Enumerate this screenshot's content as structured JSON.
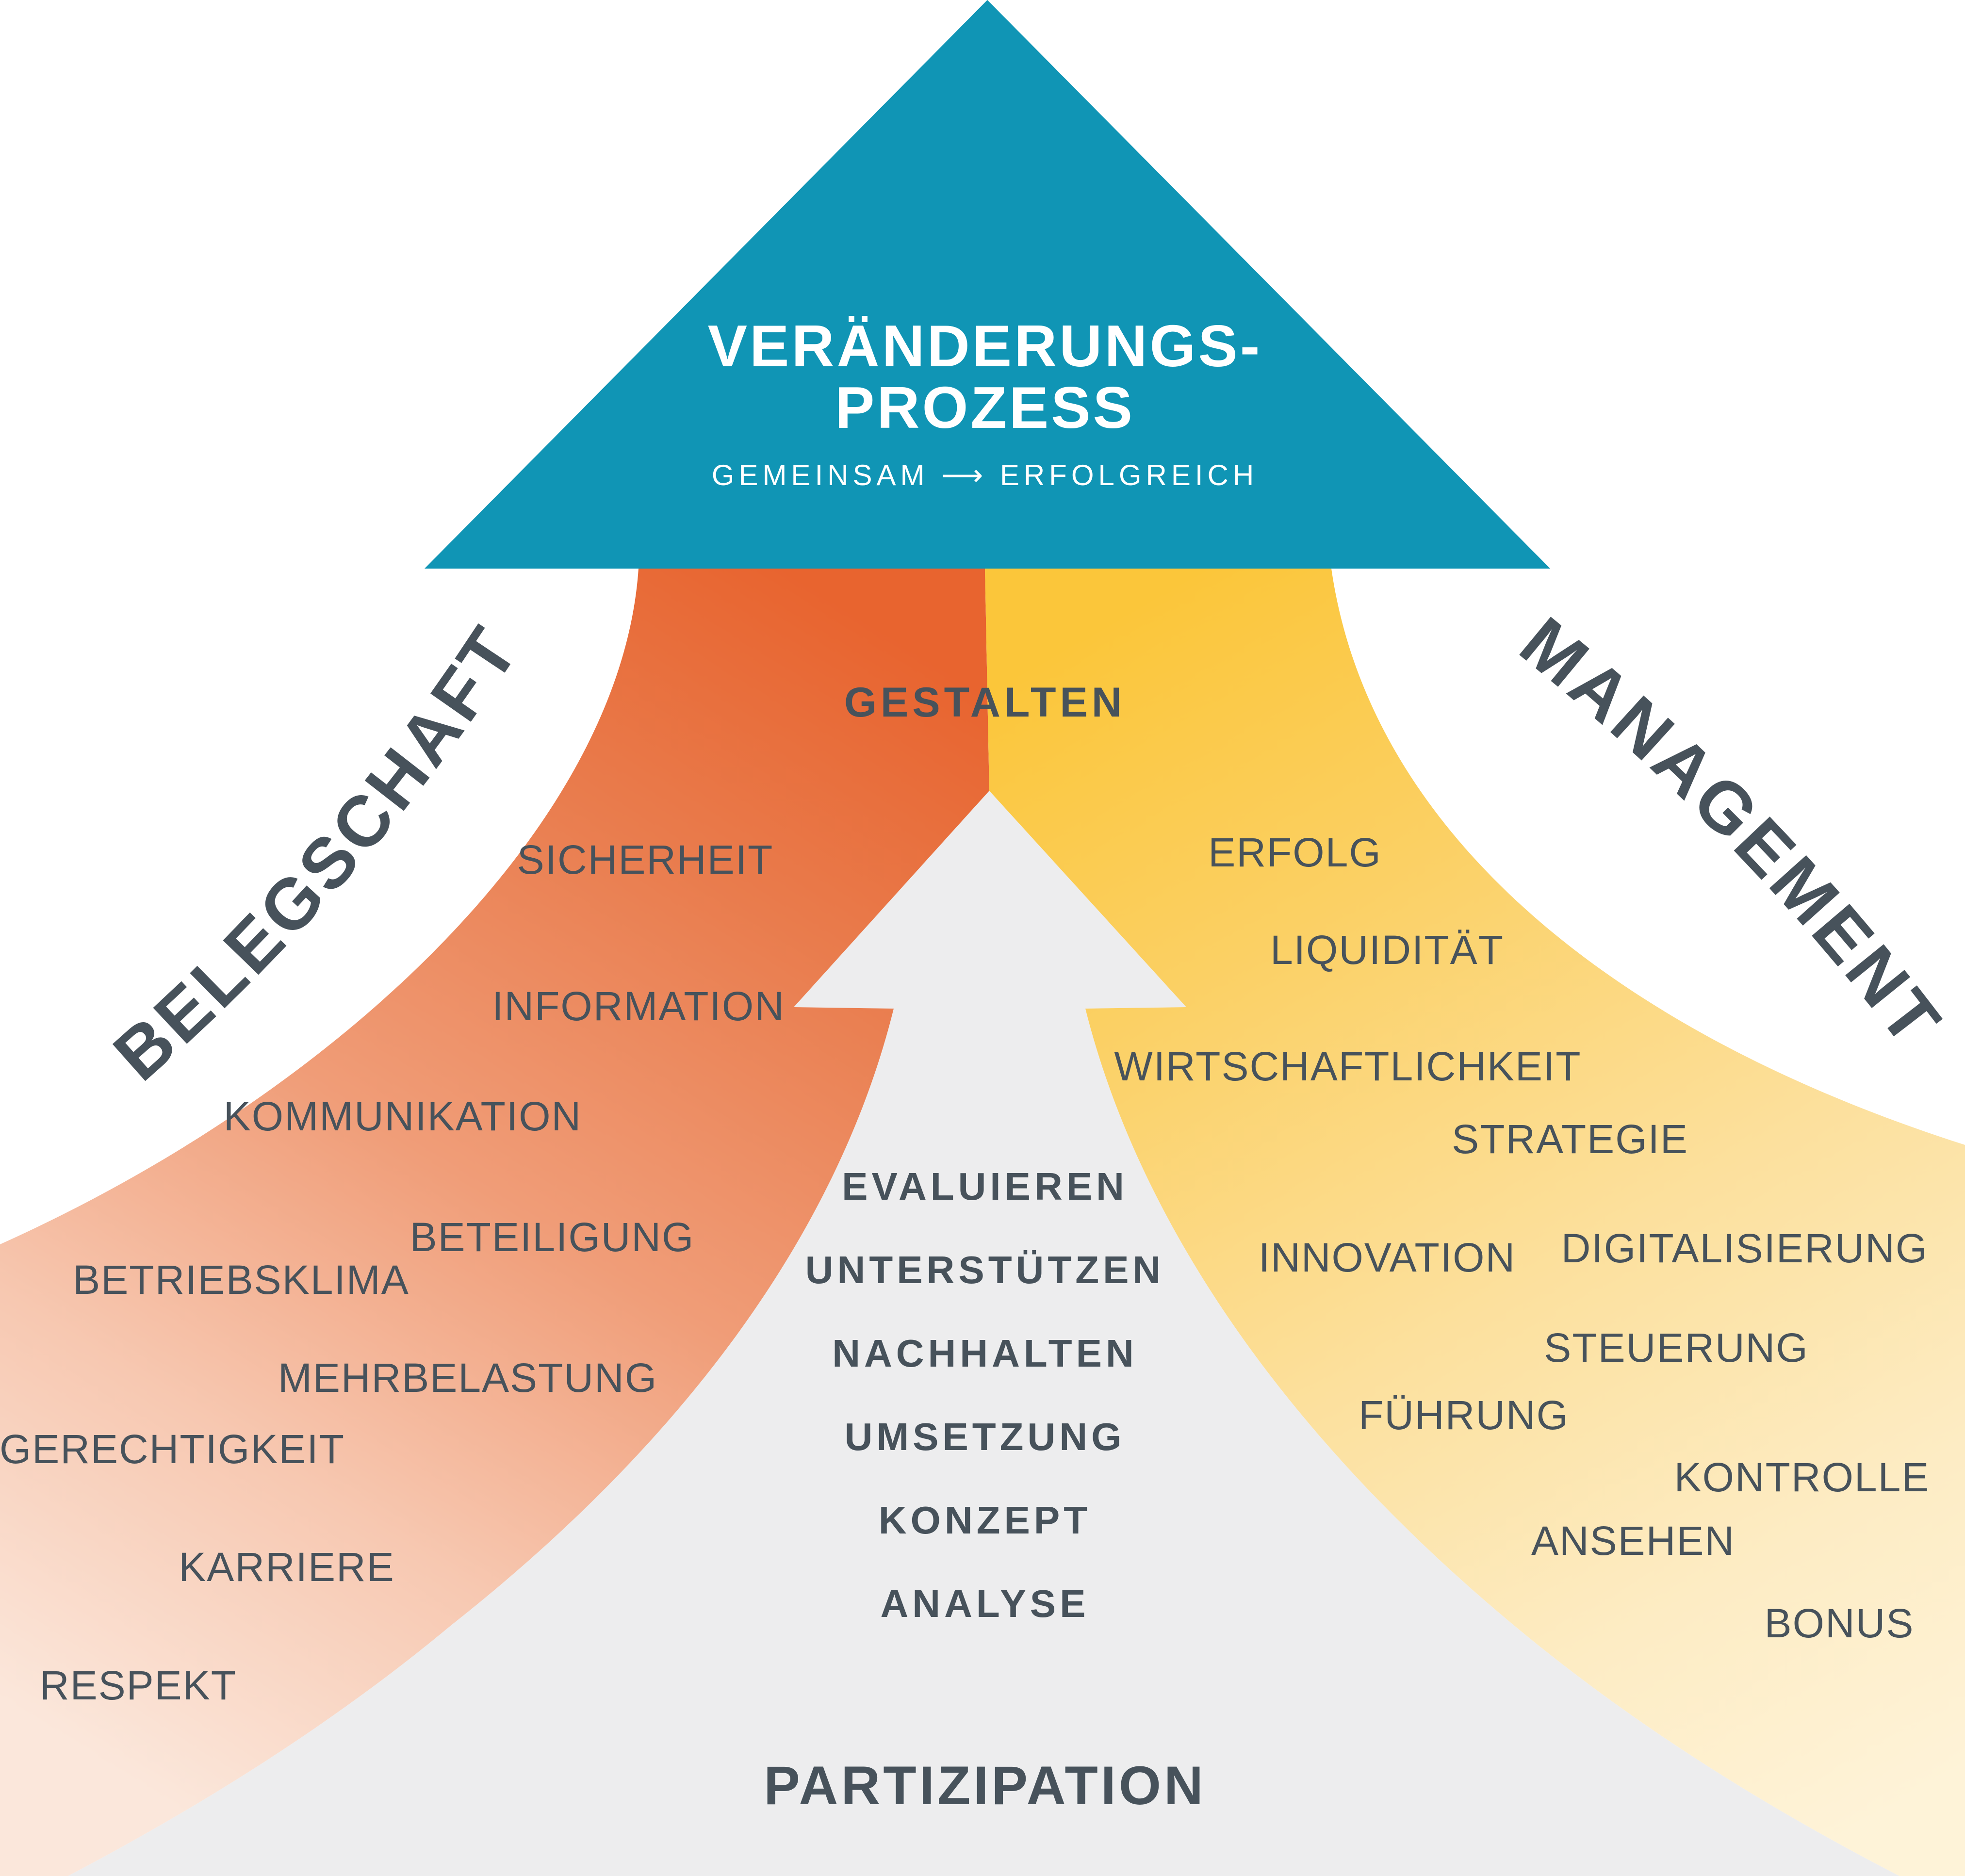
{
  "title": {
    "line1": "VERÄNDERUNGS-",
    "line2": "PROZESS",
    "subtitle": "GEMEINSAM ⟶ ERFOLGREICH"
  },
  "left_band": {
    "label": "BELEGSCHAFT",
    "words": [
      "SICHERHEIT",
      "INFORMATION",
      "KOMMUNIKATION",
      "BETEILIGUNG",
      "BETRIEBSKLIMA",
      "MEHRBELASTUNG",
      "GERECHTIGKEIT",
      "KARRIERE",
      "RESPEKT"
    ]
  },
  "right_band": {
    "label": "MANAGEMENT",
    "words": [
      "ERFOLG",
      "LIQUIDITÄT",
      "WIRTSCHAFTLICHKEIT",
      "STRATEGIE",
      "INNOVATION",
      "DIGITALISIERUNG",
      "STEUERUNG",
      "FÜHRUNG",
      "KONTROLLE",
      "ANSEHEN",
      "BONUS"
    ]
  },
  "center_flow": {
    "headline": "GESTALTEN",
    "steps": [
      "EVALUIEREN",
      "UNTERSTÜTZEN",
      "NACHHALTEN",
      "UMSETZUNG",
      "KONZEPT",
      "ANALYSE"
    ],
    "footer": "PARTIZIPATION"
  },
  "colors": {
    "teal": "#1095b5",
    "orange": "#e8642f",
    "orange_light": "#fbe7db",
    "yellow": "#fbc63a",
    "yellow_light": "#fef3d8",
    "gray_arrow": "#ededee",
    "text_dark": "#47525b",
    "text_teal": "#1797b9"
  }
}
